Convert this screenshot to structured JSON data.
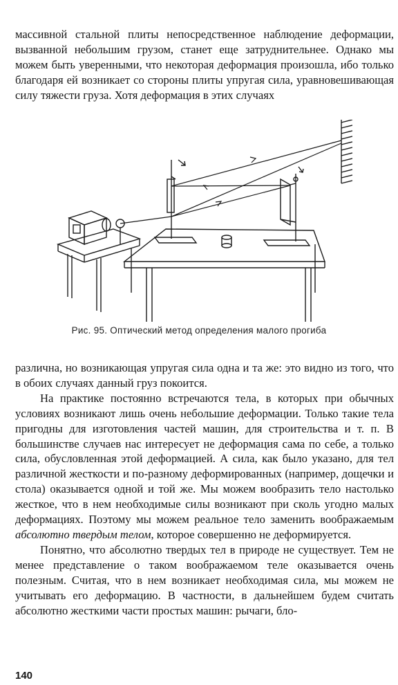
{
  "paragraph_top": "массивной стальной плиты непосредственное наблюдение деформации, вызванной небольшим грузом, станет еще затруднительнее. Однако мы можем быть уверенными, что некоторая деформация произошла, ибо только благодаря ей возникает со стороны плиты упругая сила, уравновешивающая силу тяжести груза. Хотя деформация в этих случаях",
  "figure": {
    "caption": "Рис. 95.  Оптический метод определения малого прогиба"
  },
  "paragraph_continued": "различна, но возникающая упругая сила одна и та же: это видно из того, что в обоих случаях данный груз покоится.",
  "paragraph_2": {
    "before_italic": "На практике постоянно встречаются тела, в которых при обычных условиях возникают лишь очень небольшие деформации. Только такие тела пригодны для изготовления частей машин, для строительства и т. п. В большинстве случаев нас интересует не деформация сама по себе, а только сила, обусловленная этой деформацией. А сила, как было указано, для тел различной жесткости и по-разному деформированных (например, дощечки и стола) оказывается одной и той же. Мы можем вообразить тело настолько жесткое, что в нем необходимые силы возникают при сколь угодно малых деформациях. Поэтому мы можем реальное тело заменить воображаемым ",
    "italic": "абсолютно твердым телом",
    "after_italic": ", которое совершенно не деформируется."
  },
  "paragraph_3": "Понятно, что абсолютно твердых тел в природе не существует. Тем не менее представление о таком воображаемом теле оказывается очень полезным. Считая, что в нем возникает необходимая сила, мы можем не учитывать его деформацию. В частности, в дальнейшем будем считать абсолютно жесткими части простых машин: рычаги, бло-",
  "page_number": "140"
}
